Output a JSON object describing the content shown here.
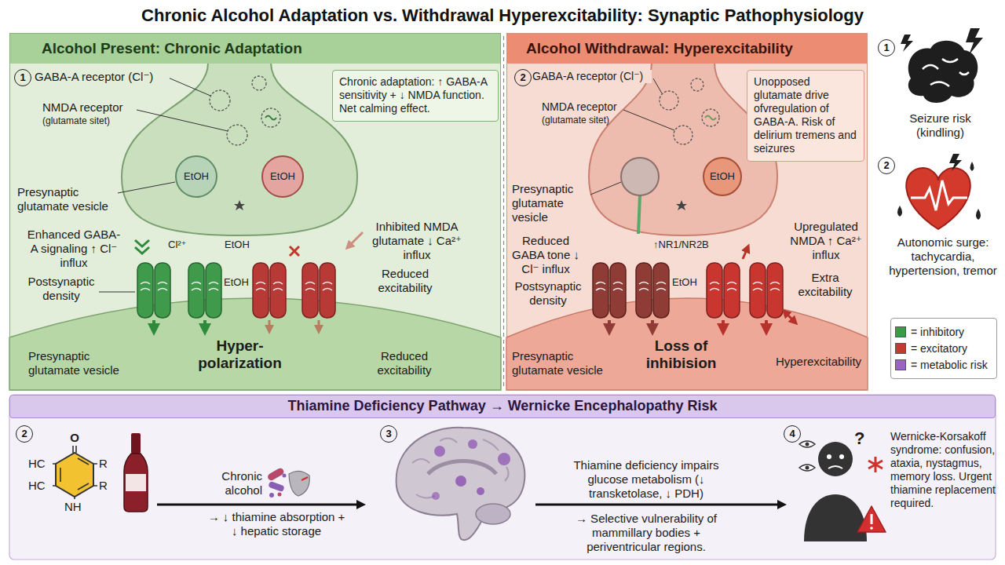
{
  "diagram": {
    "title": "Chronic Alcohol Adaptation vs. Withdrawal Hyperexcitability: Synaptic Pathophysiology",
    "nodes": [
      {
        "text": [
          "Alcohol Present: Chronic Adaptation"
        ]
      },
      {
        "text": [
          "Chronic adaptation: ↑ GABA-A sensitivity + ↓ NMDA function. Net calming effect."
        ],
        "in": 0
      },
      {
        "text": [
          "Alcohol Withdrawal: Hyperexcitability"
        ]
      },
      {
        "text": [
          "Unopposed glutamate drive ofvregulation of GABA-A. Risk of delirium tremens and seizures"
        ],
        "in": 2
      },
      {
        "text": [
          "Thiamine Deficiency Pathway → Wernicke Encephalopathy Risk"
        ]
      }
    ],
    "labels": [
      "1",
      "GABA-A receptor (Cl⁻)",
      "NMDA receptor",
      "(glutamate sitet)",
      "Presynaptic glutamate vesicle",
      "EtOH",
      "EtOH",
      "Enhanced GABA-A signaling ↑ Cl⁻ influx",
      "Cl²⁺",
      "EtOH",
      "Inhibited NMDA glutamate ↓ Ca²⁺ influx",
      "Postsynaptic density",
      "EtOH",
      "Reduced excitability",
      "Reduced excitability",
      "Presynaptic glutamate vesicle",
      "Hyper- polarization",
      "2",
      "GABA-A receptor (Cl⁻)",
      "NMDA receptor",
      "(glutamate sitet)",
      "Presynaptic glutamate vesicle",
      "EtOH",
      "Reduced GABA tone ↓ Cl⁻ influx",
      "↑NR1/NR2B",
      "Upregulated NMDA ↑ Ca²⁺ influx",
      "Postsynaptic density",
      "EtOH",
      "Extra excitability",
      "Presynaptic glutamate vesicle",
      "Loss of inhibision",
      "Hyperexcitability",
      "1",
      "Seizure risk (kindling)",
      "2",
      "Autonomic surge: tachycardia, hypertension, tremor",
      "2",
      "O",
      "HC",
      "HC",
      "R",
      "R",
      "NH",
      "Chronic alcohol",
      "→ ↓ thiamine absorption + ↓ hepatic storage",
      "3",
      "Thiamine deficiency impairs glucose metabolism (↓ transketolase, ↓ PDH)",
      "→ Selective vulnerability of mammillary bodies + periventricular regions.",
      "4",
      "?",
      "Wernicke-Korsakoff syndrome: confusion, ataxia, nystagmus, memory loss. Urgent thiamine replacement required."
    ],
    "legend": [
      {
        "text": "= inhibitory",
        "color": "#3a9a48"
      },
      {
        "text": "= excitatory",
        "color": "#c23b33"
      },
      {
        "text": "= metabolic risk",
        "color": "#9b63c4"
      }
    ]
  }
}
